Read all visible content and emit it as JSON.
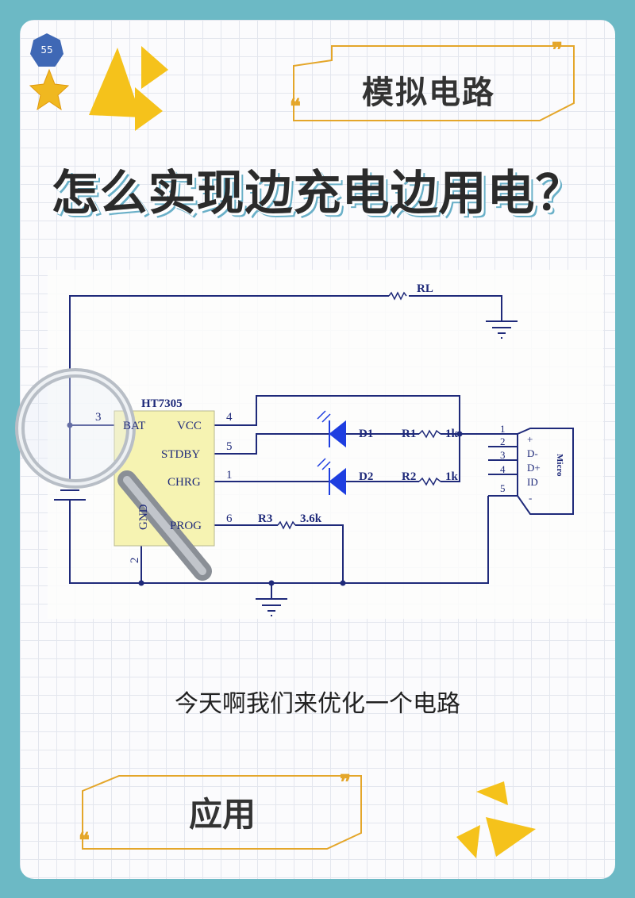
{
  "badge": "55",
  "tag_top": "模拟电路",
  "title": "怎么实现边充电边用电？",
  "subtitle": "今天啊我们来优化一个电路",
  "tag_bottom": "应用",
  "colors": {
    "background": "#6cb9c5",
    "accent": "#f2be1a",
    "wire": "#1f2a7a",
    "led": "#1e3ee0",
    "ic_fill": "#f6f3b2"
  },
  "circuit": {
    "ic_name": "HT7305",
    "pins": [
      {
        "num": "3",
        "name": "BAT"
      },
      {
        "num": "4",
        "name": "VCC"
      },
      {
        "num": "5",
        "name": "STDBY"
      },
      {
        "num": "1",
        "name": "CHRG"
      },
      {
        "num": "6",
        "name": "PROG"
      },
      {
        "num": "2",
        "name": "GND"
      }
    ],
    "load": "RL",
    "leds": [
      "D1",
      "D2"
    ],
    "resistors": [
      {
        "ref": "R1",
        "value": "1k"
      },
      {
        "ref": "R2",
        "value": "1k"
      },
      {
        "ref": "R3",
        "value": "3.6k"
      }
    ],
    "connector": {
      "name": "Micro",
      "pins": [
        "1",
        "2",
        "3",
        "4",
        "5"
      ],
      "signals": [
        "+",
        "D-",
        "D+",
        "ID",
        "-"
      ]
    }
  }
}
